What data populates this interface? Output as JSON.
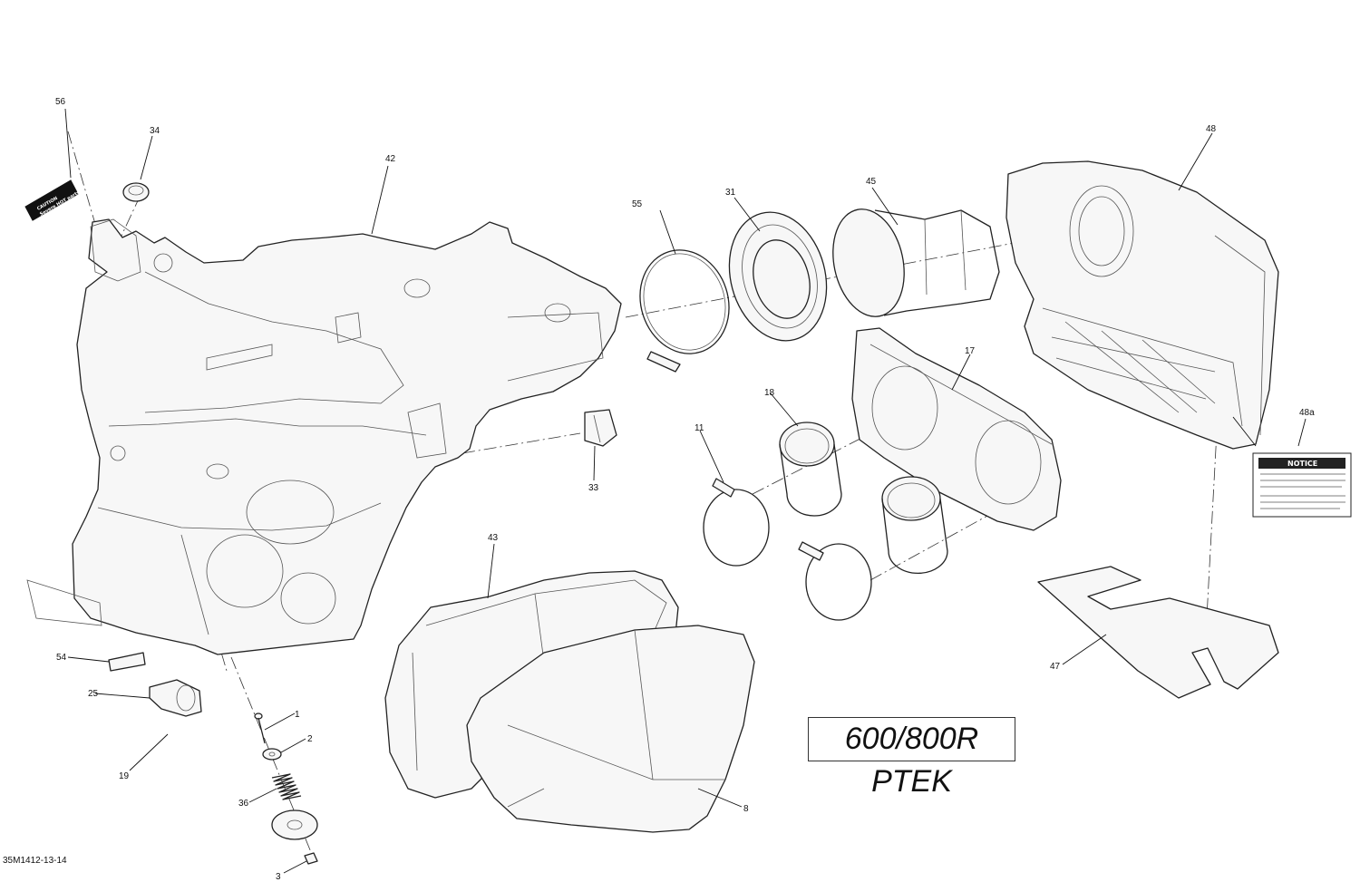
{
  "diagram": {
    "model_title": "600/800R PTEK",
    "figure_code": "35M1412-13-14",
    "callouts": [
      {
        "id": "c56",
        "text": "56"
      },
      {
        "id": "c34",
        "text": "34"
      },
      {
        "id": "c42",
        "text": "42"
      },
      {
        "id": "c55",
        "text": "55"
      },
      {
        "id": "c31",
        "text": "31"
      },
      {
        "id": "c45",
        "text": "45"
      },
      {
        "id": "c48",
        "text": "48"
      },
      {
        "id": "c17",
        "text": "17"
      },
      {
        "id": "c18",
        "text": "18"
      },
      {
        "id": "c11",
        "text": "11"
      },
      {
        "id": "c33",
        "text": "33"
      },
      {
        "id": "c48a",
        "text": "48a"
      },
      {
        "id": "c43",
        "text": "43"
      },
      {
        "id": "c47",
        "text": "47"
      },
      {
        "id": "c54",
        "text": "54"
      },
      {
        "id": "c25",
        "text": "25"
      },
      {
        "id": "c19",
        "text": "19"
      },
      {
        "id": "c1",
        "text": "1"
      },
      {
        "id": "c2",
        "text": "2"
      },
      {
        "id": "c36",
        "text": "36"
      },
      {
        "id": "c3",
        "text": "3"
      },
      {
        "id": "c8",
        "text": "8"
      }
    ],
    "decal_56_text": [
      "CAUTION",
      "Severe HOT parts"
    ],
    "notice_48a_title": "NOTICE"
  }
}
